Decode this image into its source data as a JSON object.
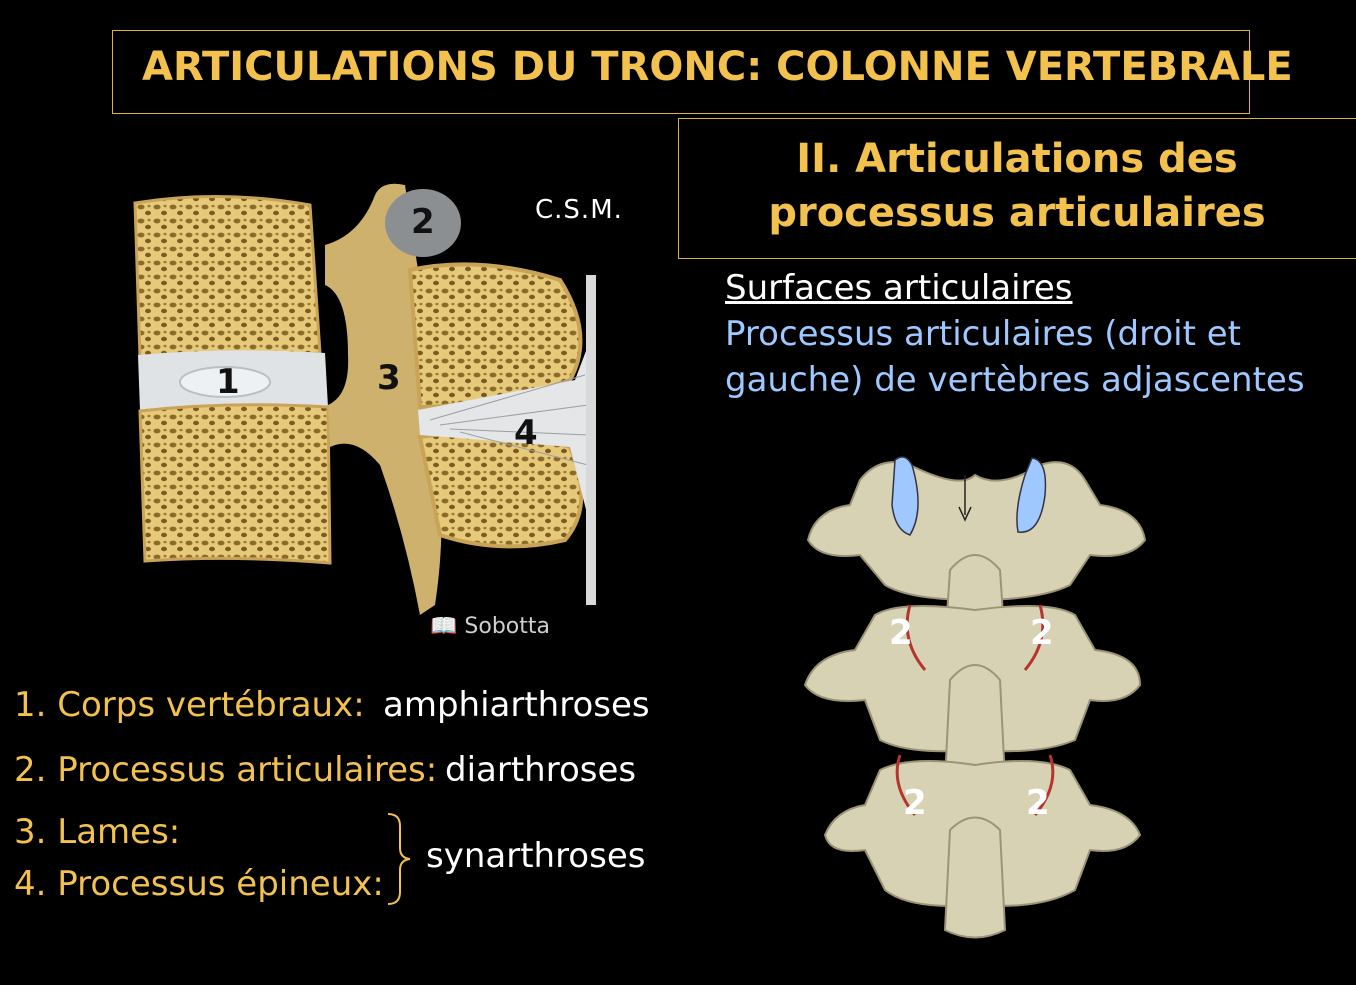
{
  "title": "ARTICULATIONS DU TRONC: COLONNE VERTEBRALE",
  "section": {
    "line1": "II. Articulations des",
    "line2": "processus articulaires"
  },
  "surfaces": {
    "title": "Surfaces articulaires",
    "desc_line1": "Processus articulaires (droit et",
    "desc_line2": "gauche) de vertèbres adjascentes"
  },
  "figure_left": {
    "credit": "C.S.M.",
    "source": "Sobotta",
    "labels": [
      "1",
      "2",
      "3",
      "4"
    ]
  },
  "figure_right": {
    "labels": [
      "2",
      "2",
      "2",
      "2"
    ]
  },
  "list": [
    {
      "num": "1. Corps vertébraux:",
      "value": "amphiarthroses"
    },
    {
      "num": "2. Processus articulaires:",
      "value": "diarthroses"
    },
    {
      "num": "3. Lames:",
      "value": ""
    },
    {
      "num": "4. Processus épineux:",
      "value": ""
    }
  ],
  "group_value": "synarthroses",
  "colors": {
    "accent": "#f2c14e",
    "highlight": "#9ec8ff",
    "background": "#000000"
  },
  "icons": {
    "source": "book-icon"
  }
}
